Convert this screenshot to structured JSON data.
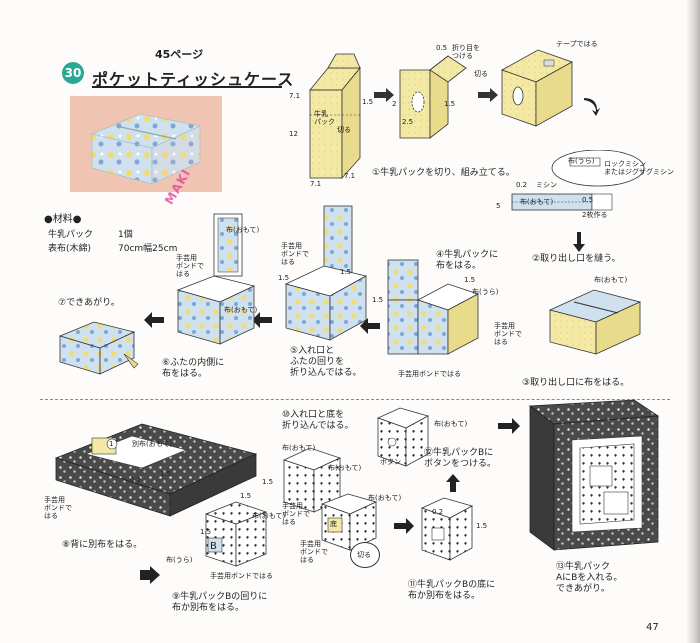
{
  "header": {
    "number": "30",
    "page_ref": "45ページ",
    "title": "ポケットティッシュケース"
  },
  "watermark": "MAKI",
  "materials": {
    "heading": "●材料●",
    "items": [
      {
        "name": "牛乳パック",
        "qty": "1個"
      },
      {
        "name": "表布(木綿)",
        "qty": "70cm幅25cm"
      }
    ]
  },
  "labels": {
    "fold_lines": "折り目を\nつける",
    "cut": "切る",
    "tape": "テープではる",
    "milk_pack": "牛乳\nパック",
    "cut_short": "切る",
    "hole": "(おもて)",
    "back": "布(うら)",
    "lock": "ロックミシン\nまたはジグザグミシン",
    "front": "布(おもて)",
    "two_pieces": "2枚作る",
    "machine": "ミシン",
    "glue": "手芸用\nボンドで\nはる",
    "glue_short": "手芸用ボンドではる",
    "cloth": "布",
    "cloth_front": "布(おもて)",
    "cloth_back": "布(うら)",
    "other_front": "別布(おもて)",
    "bottom": "底",
    "button": "ボタン",
    "cut_circle": "切る"
  },
  "dims": {
    "d71": "7.1",
    "d12": "12",
    "d15": "1.5",
    "d05": "0.5",
    "d2": "2",
    "d25": "2.5",
    "d02": "0.2",
    "d5": "5"
  },
  "steps": [
    {
      "id": "1",
      "text": "①牛乳パックを切り、組み立てる。"
    },
    {
      "id": "2",
      "text": "②取り出し口を縫う。"
    },
    {
      "id": "3",
      "text": "③取り出し口に布をはる。"
    },
    {
      "id": "4",
      "text": "④牛乳パックに\n布をはる。"
    },
    {
      "id": "5",
      "text": "⑤入れ口と\nふたの回りを\n折り込んではる。"
    },
    {
      "id": "6",
      "text": "⑥ふたの内側に\n布をはる。"
    },
    {
      "id": "7",
      "text": "⑦できあがり。"
    },
    {
      "id": "8",
      "text": "⑧背に別布をはる。"
    },
    {
      "id": "9",
      "text": "⑨牛乳パックBの回りに\n布か別布をはる。"
    },
    {
      "id": "10",
      "text": "⑩入れ口と底を\n折り込んではる。"
    },
    {
      "id": "11",
      "text": "⑪牛乳パックBの底に\n布か別布をはる。"
    },
    {
      "id": "12",
      "text": "⑫牛乳パックBに\nボタンをつける。"
    },
    {
      "id": "13",
      "text": "⑬牛乳パック\nAにBを入れる。\nできあがり。"
    }
  ],
  "page_number": "47",
  "colors": {
    "accent": "#2aa893",
    "cardboard": "#f3e9a4",
    "floral": "#cfe2ee",
    "dark": "#4a4a4a"
  }
}
